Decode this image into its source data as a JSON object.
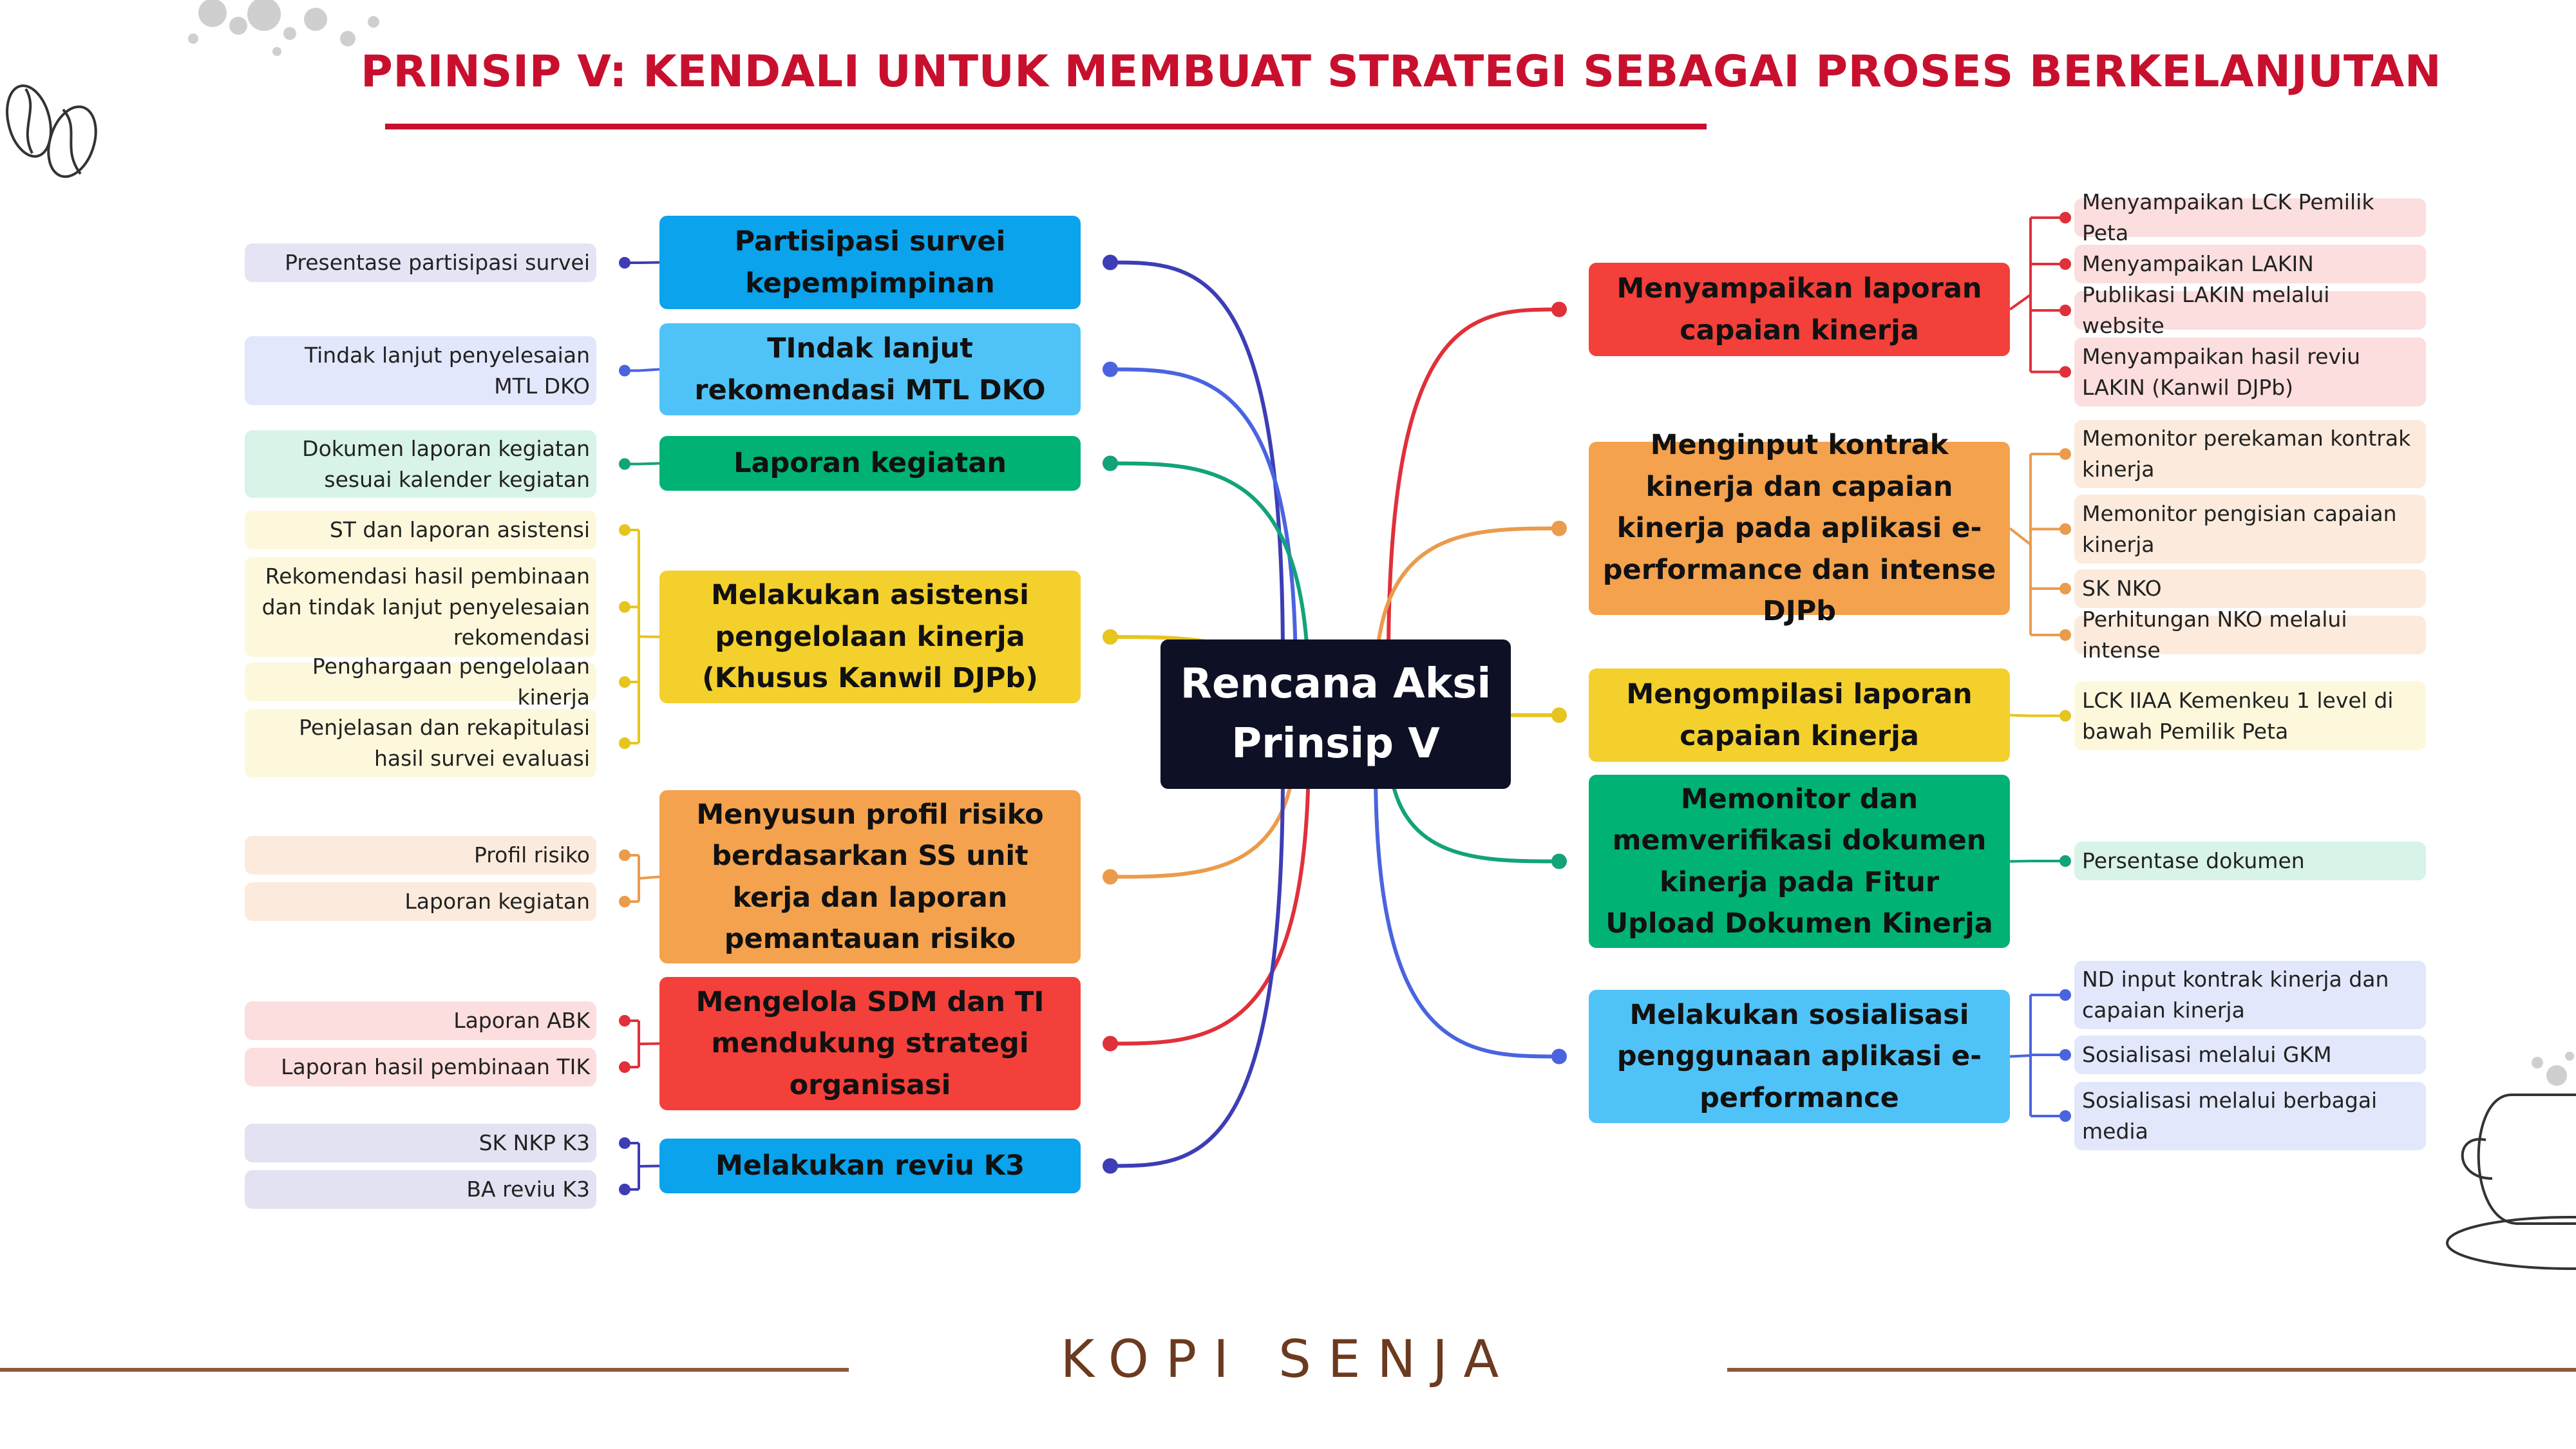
{
  "title": "PRINSIP V: KENDALI UNTUK MEMBUAT STRATEGI SEBAGAI PROSES BERKELANJUTAN",
  "center": {
    "line1": "Rencana Aksi",
    "line2": "Prinsip V"
  },
  "left_branches": [
    {
      "label": "Partisipasi survei kepempimpinan",
      "color": "#0aa3ec",
      "line_color": "#3d3db5",
      "leaves": [
        "Presentase partisipasi survei"
      ],
      "leaf_color": "#e4e4f4",
      "dot_color": "#3d3db5"
    },
    {
      "label": "TIndak lanjut rekomendasi MTL DKO",
      "color": "#4fc3f7",
      "line_color": "#4a64e0",
      "leaves": [
        "Tindak lanjut penyelesaian MTL DKO"
      ],
      "leaf_color": "#e2e7fb",
      "dot_color": "#4a64e0"
    },
    {
      "label": "Laporan kegiatan",
      "color": "#00b274",
      "line_color": "#12a37a",
      "leaves": [
        "Dokumen laporan kegiatan sesuai kalender kegiatan"
      ],
      "leaf_color": "#d8f3e8",
      "dot_color": "#12a37a"
    },
    {
      "label": "Melakukan asistensi pengelolaan kinerja  (Khusus Kanwil DJPb)",
      "color": "#f4d02c",
      "line_color": "#e6c51f",
      "leaves": [
        "ST dan laporan asistensi",
        "Rekomendasi hasil pembinaan dan tindak lanjut penyelesaian rekomendasi",
        "Penghargaan pengelolaan kinerja",
        "Penjelasan dan rekapitulasi hasil survei evaluasi"
      ],
      "leaf_color": "#fdf8dc",
      "dot_color": "#e6c51f"
    },
    {
      "label": "Menyusun profil risiko berdasarkan SS unit kerja dan laporan pemantauan risiko",
      "color": "#f4a24e",
      "line_color": "#eb9b4c",
      "leaves": [
        "Profil risiko",
        "Laporan kegiatan"
      ],
      "leaf_color": "#fcebdc",
      "dot_color": "#eb9b4c"
    },
    {
      "label": "Mengelola SDM dan TI mendukung strategi organisasi",
      "color": "#f3403a",
      "line_color": "#e0303a",
      "leaves": [
        "Laporan ABK",
        "Laporan hasil pembinaan TIK"
      ],
      "leaf_color": "#fcdede",
      "dot_color": "#e0303a"
    },
    {
      "label": "Melakukan reviu K3",
      "color": "#0aa3ec",
      "line_color": "#3d3db5",
      "leaves": [
        "SK NKP K3",
        "BA reviu K3"
      ],
      "leaf_color": "#e2e2f2",
      "dot_color": "#3d3db5"
    }
  ],
  "right_branches": [
    {
      "label": "Menyampaikan laporan capaian kinerja",
      "color": "#f3403a",
      "line_color": "#e0303a",
      "leaves": [
        "Menyampaikan LCK Pemilik Peta",
        "Menyampaikan LAKIN",
        "Publikasi LAKIN melalui website",
        "Menyampaikan hasil reviu LAKIN (Kanwil DJPb)"
      ],
      "leaf_color": "#fcdede",
      "dot_color": "#e0303a"
    },
    {
      "label": "Menginput kontrak kinerja dan capaian kinerja pada aplikasi e-performance dan intense DJPb",
      "color": "#f4a24e",
      "line_color": "#eb9b4c",
      "leaves": [
        "Memonitor perekaman kontrak kinerja",
        "Memonitor pengisian capaian kinerja",
        "SK NKO",
        "Perhitungan NKO melalui intense"
      ],
      "leaf_color": "#fcebdc",
      "dot_color": "#eb9b4c"
    },
    {
      "label": "Mengompilasi laporan capaian kinerja",
      "color": "#f4d02c",
      "line_color": "#e6c51f",
      "leaves": [
        "LCK IIAA Kemenkeu 1 level di bawah Pemilik Peta"
      ],
      "leaf_color": "#fdf8dc",
      "dot_color": "#e6c51f"
    },
    {
      "label": "Memonitor dan memverifikasi dokumen kinerja pada Fitur Upload Dokumen Kinerja",
      "color": "#00b274",
      "line_color": "#12a37a",
      "leaves": [
        "Persentase dokumen"
      ],
      "leaf_color": "#d8f3e8",
      "dot_color": "#12a37a"
    },
    {
      "label": "Melakukan sosialisasi penggunaan aplikasi e-performance",
      "color": "#4fc3f7",
      "line_color": "#4a64e0",
      "leaves": [
        "ND input kontrak kinerja dan capaian kinerja",
        "Sosialisasi melalui GKM",
        "Sosialisasi melalui berbagai media"
      ],
      "leaf_color": "#e2e7fb",
      "dot_color": "#4a64e0"
    }
  ],
  "footer": {
    "brand": "KOPI SENJA"
  },
  "decor": {
    "accent": "#c8102e",
    "footer_color": "#8c5a3c"
  }
}
